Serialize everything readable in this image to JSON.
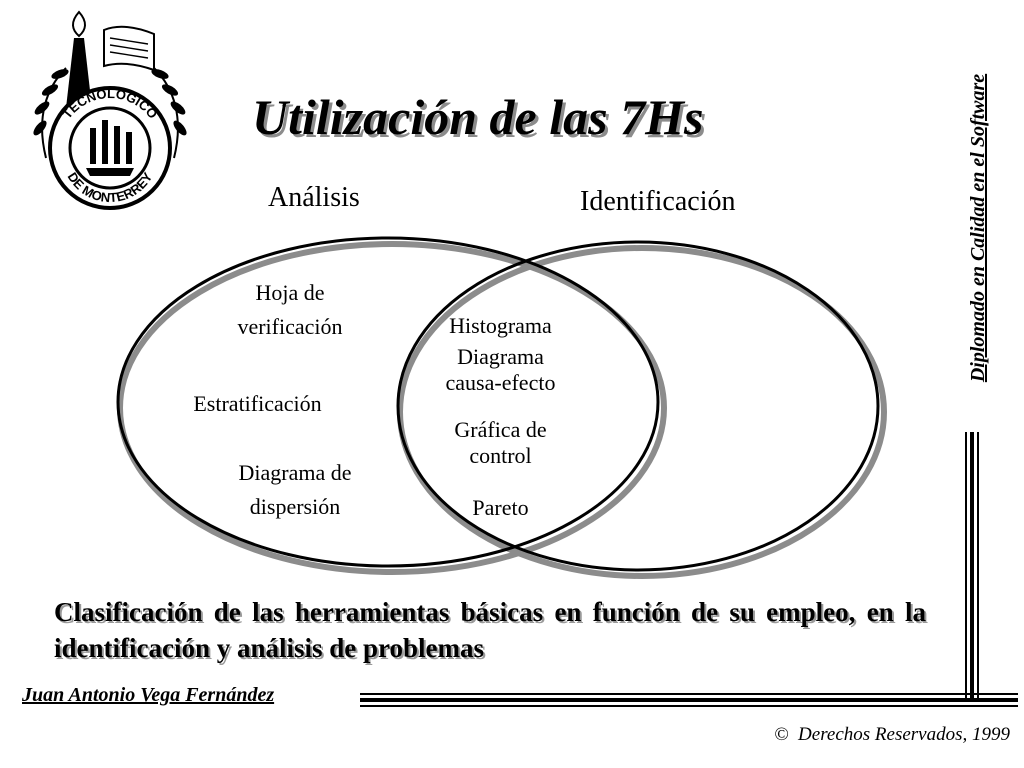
{
  "slide": {
    "title": "Utilización de las 7Hs",
    "side_caption": "Diplomado en Calidad en el Software",
    "author": "Juan Antonio Vega Fernández",
    "copyright": "Derechos Reservados, 1999",
    "copyright_symbol": "©"
  },
  "logo": {
    "icon": "tecnologico-de-monterrey-seal-icon",
    "text_top": "TECNOLÓGICO",
    "text_bottom": "DE MONTERREY"
  },
  "venn": {
    "left_set_label": "Análisis",
    "right_set_label": "Identificación",
    "left_only": {
      "hoja_line1": "Hoja de",
      "hoja_line2": "verificación",
      "estratificacion": "Estratificación",
      "dispersion_line1": "Diagrama de",
      "dispersion_line2": "dispersión"
    },
    "intersection": {
      "histograma": "Histograma",
      "causa_line1": "Diagrama",
      "causa_line2": "causa-efecto",
      "grafica_line1": "Gráfica de",
      "grafica_line2": "control",
      "pareto": "Pareto"
    }
  },
  "caption": {
    "line1": "Clasificación de las herramientas básicas en función de su",
    "line2": "empleo, en la identificación y análisis de problemas"
  },
  "colors": {
    "ink": "#000000",
    "shadow": "#8c8c8c",
    "background": "#ffffff"
  }
}
